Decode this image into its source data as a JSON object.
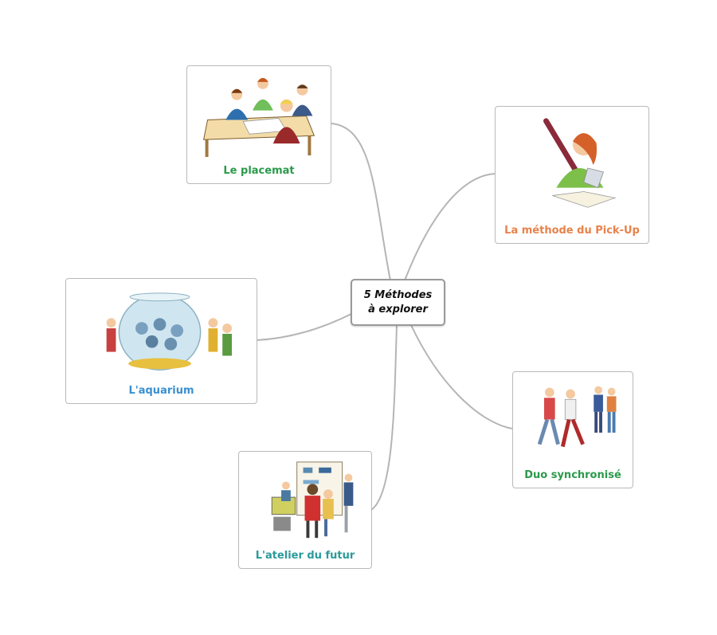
{
  "center": {
    "line1": "5 Méthodes",
    "line2": "à explorer"
  },
  "nodes": [
    {
      "id": "placemat",
      "label": "Le placemat",
      "color": "#2a9a4a",
      "icon": "group-at-table-illustration"
    },
    {
      "id": "pickup",
      "label": "La méthode du Pick-Up",
      "color": "#e8824a",
      "icon": "girl-with-pencil-illustration"
    },
    {
      "id": "aquarium",
      "label": "L'aquarium",
      "color": "#3a8fcf",
      "icon": "fishbowl-illustration"
    },
    {
      "id": "duo",
      "label": "Duo synchronisé",
      "color": "#2a9a4a",
      "icon": "walking-pair-illustration"
    },
    {
      "id": "atelier",
      "label": "L'atelier du futur",
      "color": "#2a9a9a",
      "icon": "workshop-illustration"
    }
  ],
  "colors": {
    "connector": "#b5b5b5",
    "border": "#b9b9b9"
  }
}
